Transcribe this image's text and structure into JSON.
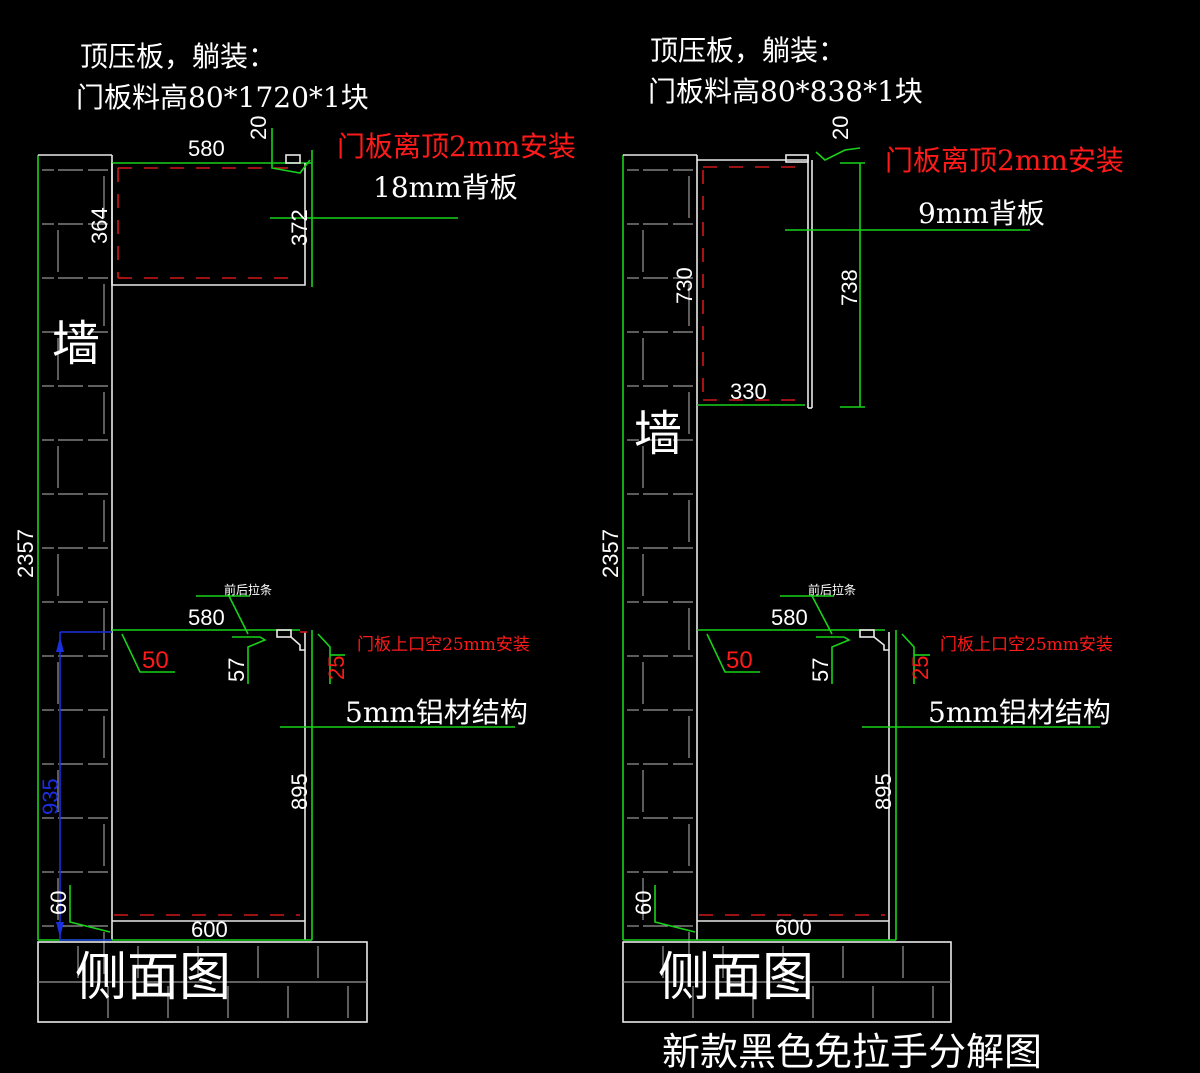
{
  "left": {
    "note_line1": "顶压板，躺装：",
    "note_line2": "门板料高80*1720*1块",
    "top_gap_note": "门板离顶2mm安装",
    "back_panel": "18mm背板",
    "dim_upper_depth": "580",
    "dim_top_20": "20",
    "dim_inner_height": "364",
    "dim_outer_height": "372",
    "wall_label": "墙",
    "dim_total_height": "2357",
    "strip_label": "前后拉条",
    "dim_lower_depth": "580",
    "dim_50": "50",
    "dim_57": "57",
    "dim_25": "25",
    "door_gap_note": "门板上口空25mm安装",
    "structure_note": "5mm铝材结构",
    "dim_895": "895",
    "dim_935": "935",
    "dim_60": "60",
    "dim_bottom_depth": "600",
    "view_label": "侧面图"
  },
  "right": {
    "note_line1": "顶压板，躺装：",
    "note_line2": "门板料高80*838*1块",
    "top_gap_note": "门板离顶2mm安装",
    "back_panel": "9mm背板",
    "dim_top_20": "20",
    "dim_inner_height": "730",
    "dim_upper_depth": "330",
    "dim_outer_height": "738",
    "wall_label": "墙",
    "dim_total_height": "2357",
    "strip_label": "前后拉条",
    "dim_lower_depth": "580",
    "dim_50": "50",
    "dim_57": "57",
    "dim_25": "25",
    "door_gap_note": "门板上口空25mm安装",
    "structure_note": "5mm铝材结构",
    "dim_895": "895",
    "dim_60": "60",
    "dim_bottom_depth": "600",
    "view_label": "侧面图"
  },
  "caption": "新款黑色免拉手分解图",
  "colors": {
    "background": "#000000",
    "dimension": "#19d219",
    "outline": "#e8e8e8",
    "hidden_line": "#d01818",
    "annotation_red": "#ff1a1a",
    "dimension_blue": "#1a2fe0"
  }
}
